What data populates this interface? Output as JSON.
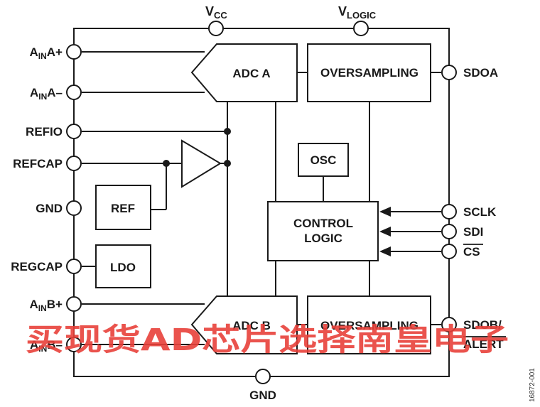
{
  "diagram": {
    "top_pins": {
      "vcc": "V",
      "vcc_sub": "CC",
      "vlogic": "V",
      "vlogic_sub": "LOGIC"
    },
    "left_pins": {
      "ainap": "A",
      "ainap_sub": "IN",
      "ainap_tail": "A+",
      "ainam": "A",
      "ainam_sub": "IN",
      "ainam_tail": "A–",
      "refio": "REFIO",
      "refcap": "REFCAP",
      "gnd": "GND",
      "regcap": "REGCAP",
      "ainbp": "A",
      "ainbp_sub": "IN",
      "ainbp_tail": "B+",
      "ainbm": "A",
      "ainbm_sub": "IN",
      "ainbm_tail": "B–"
    },
    "right_pins": {
      "sdoa": "SDOA",
      "sclk": "SCLK",
      "sdi": "SDI",
      "cs": "CS",
      "sdob_line1": "SDOB/",
      "sdob_line2": "ALERT"
    },
    "bottom_pin": "GND",
    "blocks": {
      "adc_a": "ADC A",
      "adc_b": "ADC B",
      "oversampling_a": "OVERSAMPLING",
      "oversampling_b": "OVERSAMPLING",
      "osc": "OSC",
      "control_line1": "CONTROL",
      "control_line2": "LOGIC",
      "ref": "REF",
      "ldo": "LDO"
    },
    "figure_id": "16872-001",
    "watermark": "买现货AD芯片选择南皇电子",
    "watermark_color": "#e8403a",
    "line_color": "#1a1a1a"
  }
}
